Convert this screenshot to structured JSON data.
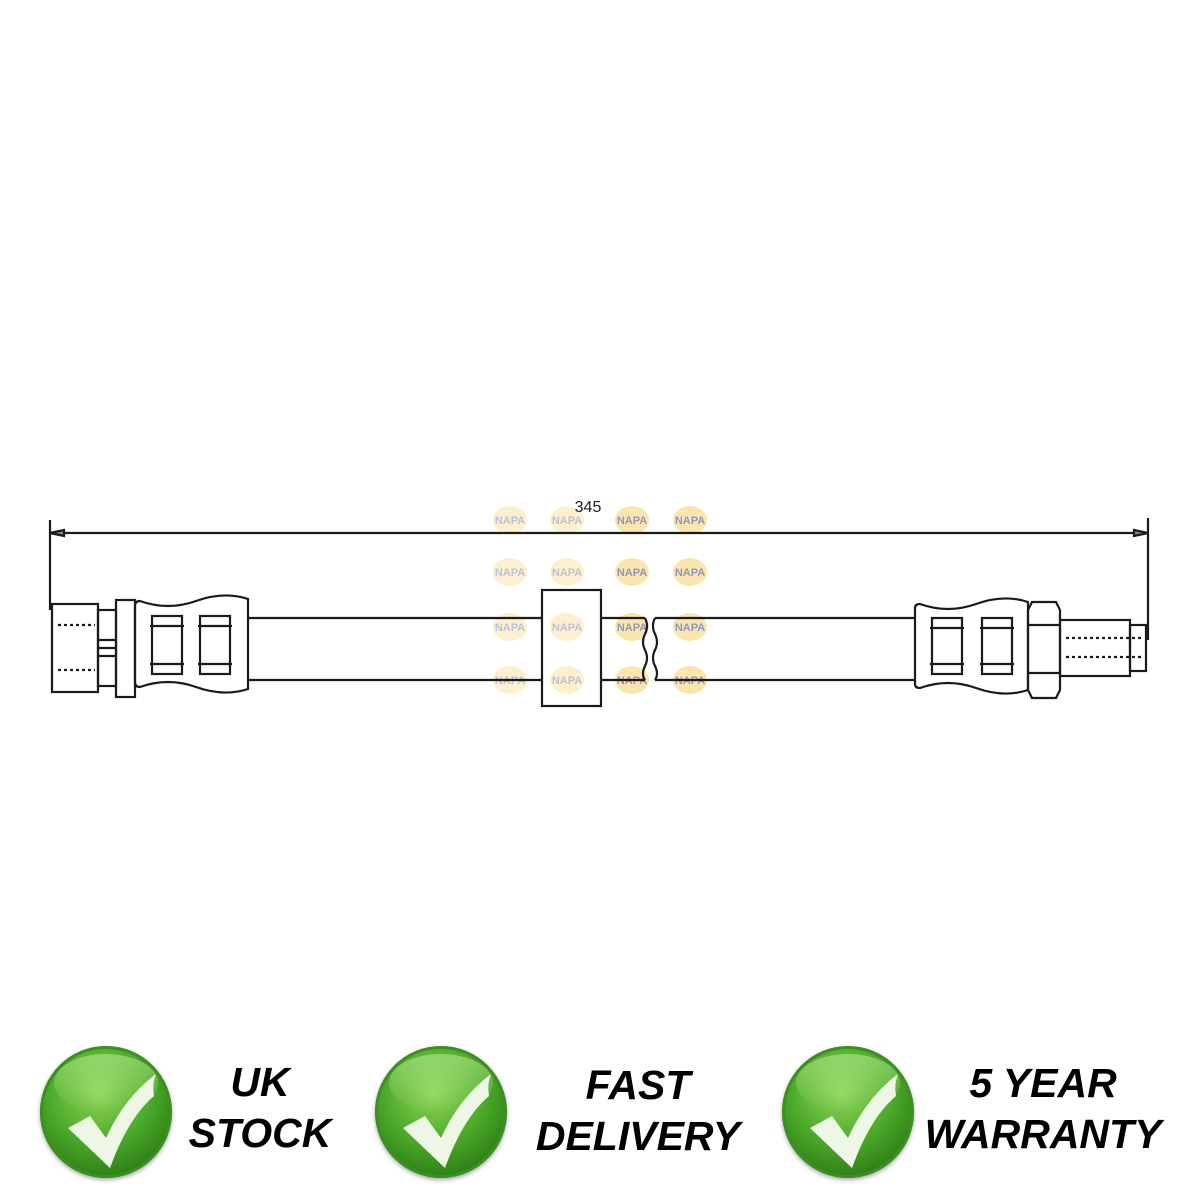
{
  "drawing": {
    "dimension_label": "345",
    "watermark_text": "NAPA",
    "colors": {
      "line": "#1a1a1a",
      "watermark_fill": "#f7d26a",
      "watermark_text": "#3a3f8f"
    }
  },
  "badges": [
    {
      "line1": "UK",
      "line2": "STOCK",
      "icon": "green-check-icon"
    },
    {
      "line1": "FAST",
      "line2": "DELIVERY",
      "icon": "green-check-icon"
    },
    {
      "line1": "5 YEAR",
      "line2": "WARRANTY",
      "icon": "green-check-icon"
    }
  ]
}
